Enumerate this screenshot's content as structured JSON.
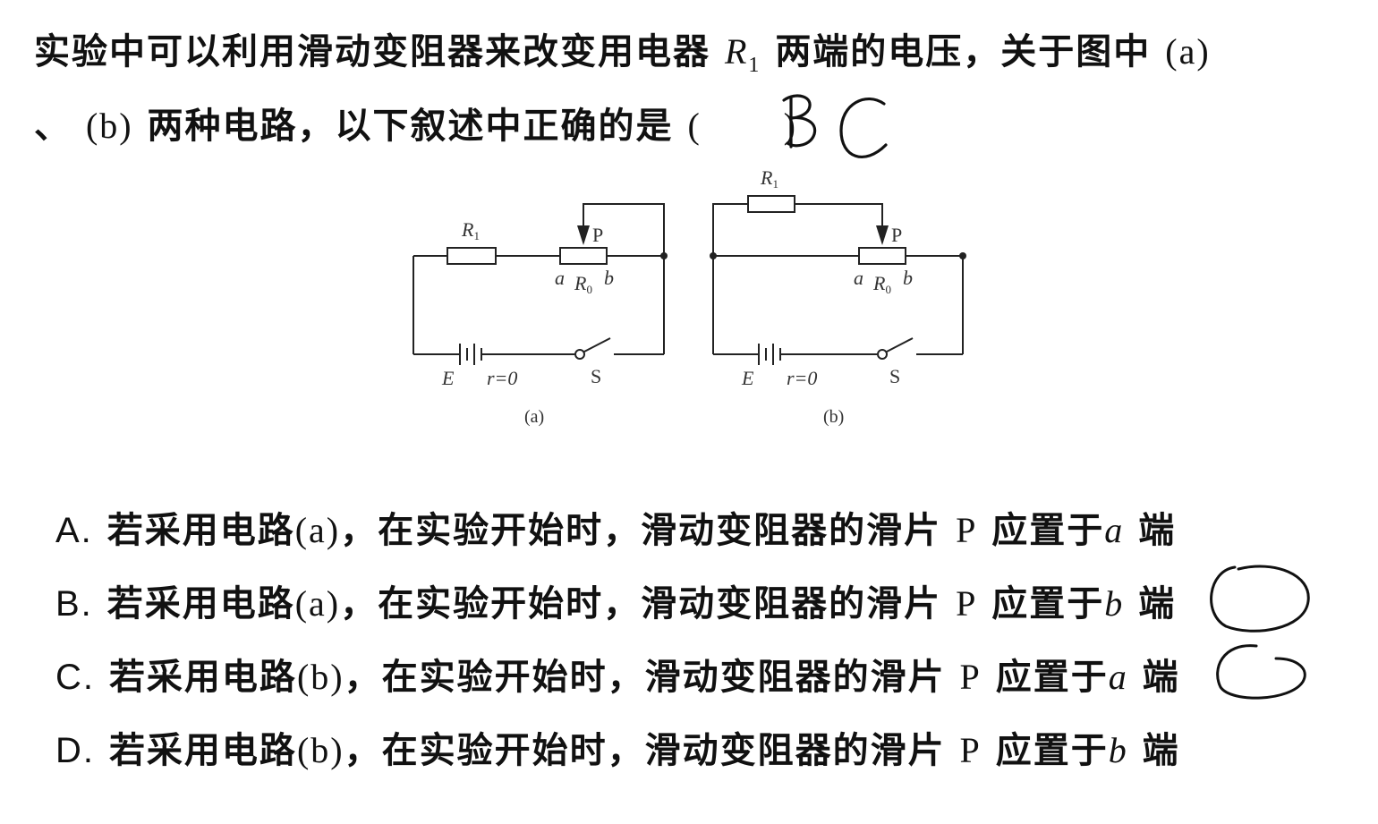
{
  "question": {
    "line1_text": "实验中可以利用滑动变阻器来改变用电器",
    "line1_var": "R",
    "line1_var_sub": "1",
    "line1_text2": "两端的电压，关于图中",
    "line1_paren": "(a)",
    "line2_lead": "、",
    "line2_paren": "(b)",
    "line2_text": "两种电路，以下叙述中正确的是",
    "line2_open": "(",
    "line2_close": ")"
  },
  "handwriting": {
    "answer": "BC"
  },
  "figure": {
    "circuit_a": {
      "caption": "(a)",
      "resistor_label": "R",
      "resistor_sub": "1",
      "slider_label": "P",
      "rheostat_left": "a",
      "rheostat_label": "R",
      "rheostat_sub": "0",
      "rheostat_right": "b",
      "emf_label": "E",
      "internal_r": "r=0",
      "switch_label": "S"
    },
    "circuit_b": {
      "caption": "(b)",
      "resistor_label": "R",
      "resistor_sub": "1",
      "slider_label": "P",
      "rheostat_left": "a",
      "rheostat_label": "R",
      "rheostat_sub": "0",
      "rheostat_right": "b",
      "emf_label": "E",
      "internal_r": "r=0",
      "switch_label": "S"
    }
  },
  "options": [
    {
      "letter": "A.",
      "pre": "若采用电路",
      "paren": "(a)",
      "mid": "，在实验开始时，滑动变阻器的滑片",
      "p": "P",
      "post": "应置于",
      "end_var": "a",
      "end": "端",
      "circled": false
    },
    {
      "letter": "B.",
      "pre": "若采用电路",
      "paren": "(a)",
      "mid": "，在实验开始时，滑动变阻器的滑片",
      "p": "P",
      "post": "应置于",
      "end_var": "b",
      "end": "端",
      "circled": true
    },
    {
      "letter": "C.",
      "pre": "若采用电路",
      "paren": "(b)",
      "mid": "，在实验开始时，滑动变阻器的滑片",
      "p": "P",
      "post": "应置于",
      "end_var": "a",
      "end": "端",
      "circled": true
    },
    {
      "letter": "D.",
      "pre": "若采用电路",
      "paren": "(b)",
      "mid": "，在实验开始时，滑动变阻器的滑片",
      "p": "P",
      "post": "应置于",
      "end_var": "b",
      "end": "端",
      "circled": false
    }
  ]
}
